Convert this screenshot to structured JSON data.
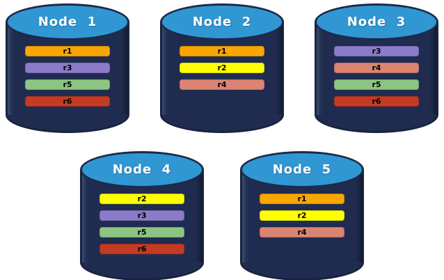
{
  "palette": {
    "cylinder_body": "#1F2C4F",
    "cylinder_outline": "#18233F",
    "cylinder_top": "#3097D3",
    "title_text": "#FFFFFF",
    "bar_text": "#000000",
    "replica_colors": {
      "r1": "#F9A602",
      "r2": "#FFFF00",
      "r3": "#8C7BC9",
      "r4": "#DB8472",
      "r5": "#8DC482",
      "r6": "#C43B23"
    }
  },
  "nodes": [
    {
      "title": "Node  1",
      "replicas": [
        {
          "label": "r1",
          "color": "#F9A602"
        },
        {
          "label": "r3",
          "color": "#8C7BC9"
        },
        {
          "label": "r5",
          "color": "#8DC482"
        },
        {
          "label": "r6",
          "color": "#C43B23"
        }
      ]
    },
    {
      "title": "Node  2",
      "replicas": [
        {
          "label": "r1",
          "color": "#F9A602"
        },
        {
          "label": "r2",
          "color": "#FFFF00"
        },
        {
          "label": "r4",
          "color": "#DB8472"
        }
      ]
    },
    {
      "title": "Node  3",
      "replicas": [
        {
          "label": "r3",
          "color": "#8C7BC9"
        },
        {
          "label": "r4",
          "color": "#DB8472"
        },
        {
          "label": "r5",
          "color": "#8DC482"
        },
        {
          "label": "r6",
          "color": "#C43B23"
        }
      ]
    },
    {
      "title": "Node  4",
      "replicas": [
        {
          "label": "r2",
          "color": "#FFFF00"
        },
        {
          "label": "r3",
          "color": "#8C7BC9"
        },
        {
          "label": "r5",
          "color": "#8DC482"
        },
        {
          "label": "r6",
          "color": "#C43B23"
        }
      ]
    },
    {
      "title": "Node  5",
      "replicas": [
        {
          "label": "r1",
          "color": "#F9A602"
        },
        {
          "label": "r2",
          "color": "#FFFF00"
        },
        {
          "label": "r4",
          "color": "#DB8472"
        }
      ]
    }
  ]
}
